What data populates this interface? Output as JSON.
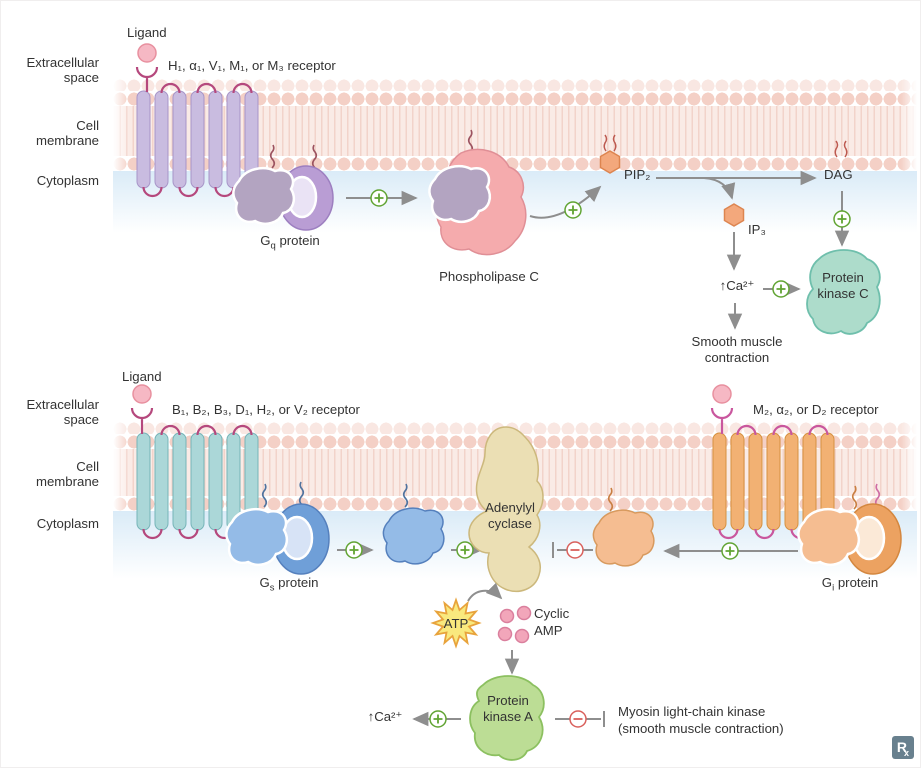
{
  "top_pathway": {
    "ligand_label": "Ligand",
    "extracellular_label": "Extracellular space",
    "membrane_label": "Cell membrane",
    "cytoplasm_label": "Cytoplasm",
    "receptor_label": "H₁, α₁, V₁, M₁, or M₃ receptor",
    "g_protein": {
      "base": "G",
      "sub": "q",
      "rest": " protein"
    },
    "phospholipase_label": "Phospholipase C",
    "pip2_label": "PIP₂",
    "dag_label": "DAG",
    "ip3_label": "IP₃",
    "calcium_label": "↑Ca²⁺",
    "pkc_label": "Protein kinase C",
    "smooth_muscle_label": "Smooth muscle contraction"
  },
  "bottom_pathway": {
    "ligand_label": "Ligand",
    "extracellular_label": "Extracellular space",
    "membrane_label": "Cell membrane",
    "cytoplasm_label": "Cytoplasm",
    "stimulatory_receptor_label": "B₁, B₂, B₃, D₁, H₂, or V₂ receptor",
    "inhibitory_receptor_label": "M₂, α₂, or D₂ receptor",
    "gs_protein": {
      "base": "G",
      "sub": "s",
      "rest": " protein"
    },
    "gi_protein": {
      "base": "G",
      "sub": "i",
      "rest": " protein"
    },
    "adenylyl_cyclase_label": "Adenylyl cyclase",
    "atp_label": "ATP",
    "cyclic_amp_label": "Cyclic AMP",
    "pka_label": "Protein kinase A",
    "calcium_label": "↑Ca²⁺",
    "mlck_label_line1": "Myosin light-chain kinase",
    "mlck_label_line2": "(smooth muscle contraction)"
  },
  "logo": {
    "main": "R",
    "sub": "x"
  },
  "icons": {
    "plus_circle": "stimulation",
    "minus_circle": "inhibition",
    "hexagon": "phosphoinositide",
    "starburst": "ATP energy",
    "circle": "ligand / cyclic AMP"
  },
  "colors": {
    "arrow": "#8e8e8e",
    "stimulation_green": "#61a433",
    "inhibition_red": "#d9605c",
    "membrane_pink": "#f4d0c6",
    "receptor_purple": "#c9bce0",
    "receptor_teal": "#abd7d8",
    "receptor_orange": "#f2b173",
    "receptor_loop_magenta": "#b5487d",
    "g_protein_purple": "#b99dd4",
    "g_alpha_mauve": "#b3a4c1",
    "g_protein_blue": "#94bbe7",
    "g_protein_orange": "#f5bd91",
    "phospholipase_pink": "#f5abad",
    "pkc_teal": "#addccb",
    "pka_green": "#bcdd95",
    "adenylyl_tan": "#ebdfb4",
    "atp_yellow": "#f9e97e",
    "camp_pink": "#f2a6ba",
    "hexagon_orange": "#f3a87c",
    "ligand_pink": "#f6b8c4",
    "cytoplasm_blue": "#d8eaf7",
    "logo_slate": "#68808e"
  }
}
